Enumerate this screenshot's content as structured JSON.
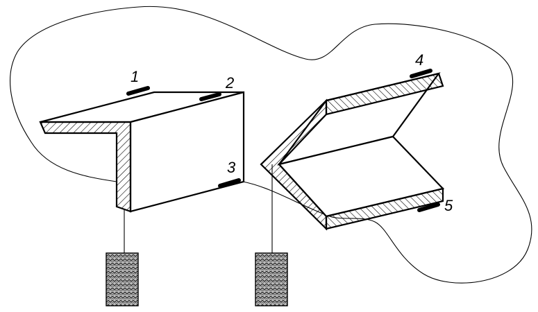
{
  "gauges": [
    {
      "id": "1",
      "label": "1"
    },
    {
      "id": "2",
      "label": "2"
    },
    {
      "id": "3",
      "label": "3"
    },
    {
      "id": "4",
      "label": "4"
    },
    {
      "id": "5",
      "label": "5"
    }
  ],
  "colors": {
    "line": "#000000",
    "background": "#ffffff",
    "weight_fill": "#6e6e6e"
  }
}
